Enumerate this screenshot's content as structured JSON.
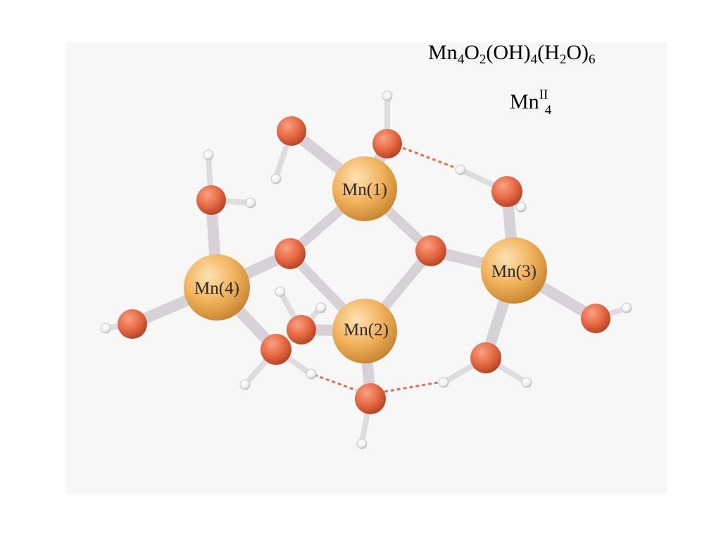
{
  "formula": {
    "base": "Mn",
    "n_mn": "4",
    "o": "O",
    "n_o": "2",
    "oh": "(OH)",
    "n_oh": "4",
    "water_open": "(H",
    "n_h": "2",
    "water_close": "O)",
    "n_water": "6"
  },
  "oxidation_state": {
    "base": "Mn",
    "sup": "II",
    "sub": "4"
  },
  "atoms": {
    "mn1": "Mn(1)",
    "mn2": "Mn(2)",
    "mn3": "Mn(3)",
    "mn4": "Mn(4)"
  },
  "colors": {
    "manganese": "#f2b35c",
    "oxygen": "#e86a45",
    "hydrogen": "#f4f4f4",
    "bond": "#d9d6da",
    "hydrogen_bond": "#e07050"
  }
}
